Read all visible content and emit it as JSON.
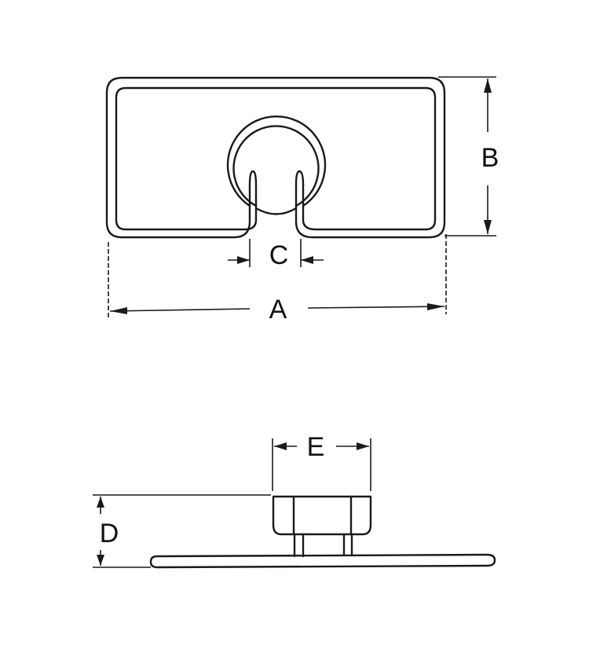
{
  "colors": {
    "ink": "#1a1a1a",
    "background": "#ffffff"
  },
  "dimensions": {
    "a_label": "A",
    "b_label": "B",
    "c_label": "C",
    "d_label": "D",
    "e_label": "E"
  }
}
